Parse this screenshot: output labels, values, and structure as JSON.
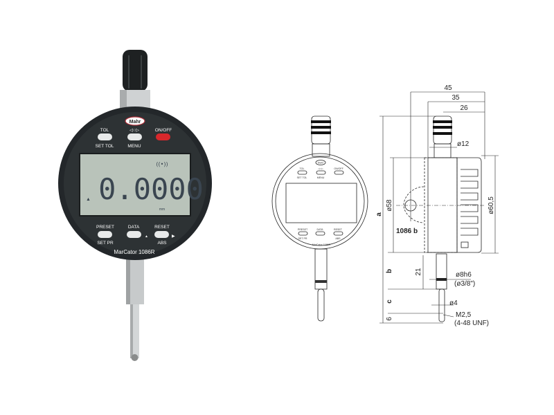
{
  "product_photo": {
    "brand": "Mahr",
    "model": "MarCator 1086R",
    "display_value": "0.0000",
    "display_unit": "mm",
    "top_buttons": [
      {
        "top_label": "TOL",
        "bottom_label": "SET TOL"
      },
      {
        "top_label": "◁○▷",
        "bottom_label": "MENU"
      },
      {
        "top_label": "ON/OFF",
        "bottom_label": ""
      }
    ],
    "bottom_buttons": [
      {
        "top_label": "PRESET",
        "bottom_label": "SET PR"
      },
      {
        "top_label": "DATA",
        "bottom_label": ""
      },
      {
        "top_label": "RESET",
        "bottom_label": "ABS"
      }
    ],
    "colors": {
      "body": "#2a2e2f",
      "lcd": "#b9c3ba",
      "on_off": "#d8282c"
    }
  },
  "front_drawing": {
    "brand": "Mahr",
    "model": "MarCator 1086R",
    "labels": [
      "TOL",
      "SET TOL",
      "◁○▷",
      "MENU",
      "ON/OFF",
      "PRESET",
      "SET PR",
      "DATA",
      "RESET",
      "ABS"
    ]
  },
  "side_drawing": {
    "dimensions": {
      "width_45": "45",
      "width_35": "35",
      "width_26": "26",
      "stem_diameter": "ø12",
      "body_diameter": "ø58",
      "bezel_diameter": "ø60,5",
      "a": "a",
      "b": "b",
      "c": "c",
      "six": "6",
      "height_21": "21",
      "spindle_diameter": "ø8h6",
      "spindle_diameter_inch": "(ø3/8\")",
      "tip_diameter": "ø4",
      "thread": "M2,5",
      "thread_inch": "(4-48 UNF)",
      "variant": "1086 b"
    }
  }
}
